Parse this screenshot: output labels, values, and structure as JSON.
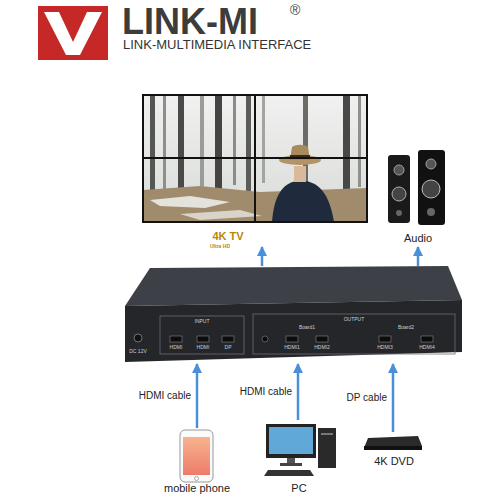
{
  "diagram": {
    "nodes": [
      {
        "text": [
          "4K TV"
        ]
      },
      {
        "text": [
          "Audio"
        ]
      },
      {
        "text": [
          "INPUT",
          "OUTPUT",
          "DC 12V",
          "HDMI",
          "HDMI",
          "DP",
          "Board1",
          "HDMI1",
          "HDMI2",
          "Board2",
          "HDMI3",
          "HDMI4"
        ]
      },
      {
        "text": [
          "mobile phone"
        ]
      },
      {
        "text": [
          "PC"
        ]
      },
      {
        "text": [
          "4K DVD"
        ]
      }
    ],
    "edges": [
      {
        "from": 2,
        "to": 0,
        "arrow": "to"
      },
      {
        "from": 2,
        "to": 1,
        "arrow": "to"
      },
      {
        "from": 3,
        "to": 2,
        "label": "HDMI cable",
        "arrow": "to"
      },
      {
        "from": 4,
        "to": 2,
        "label": "HDMI cable",
        "arrow": "to"
      },
      {
        "from": 5,
        "to": 2,
        "label": "DP cable",
        "arrow": "to"
      }
    ],
    "labels": [
      "LINK-MI",
      "®",
      "LINK-MULTIMEDIA INTERFACE",
      "Ultra HD"
    ]
  }
}
